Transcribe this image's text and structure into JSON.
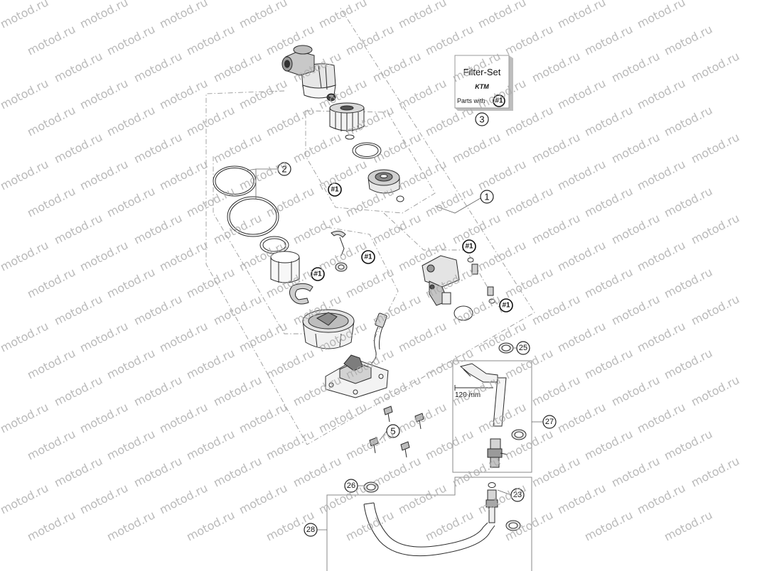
{
  "watermark": "motod.ru",
  "filter_set": {
    "title": "Filter-Set",
    "logo_text": "KTM",
    "parts_with": "Parts with",
    "marker": "#1"
  },
  "callouts": {
    "c1": "1",
    "c2": "2",
    "c3": "3",
    "c5": "5",
    "c23": "23",
    "c25": "25",
    "c26": "26",
    "c27": "27",
    "c28": "28"
  },
  "marker": "#1",
  "dimension": "120 mm"
}
